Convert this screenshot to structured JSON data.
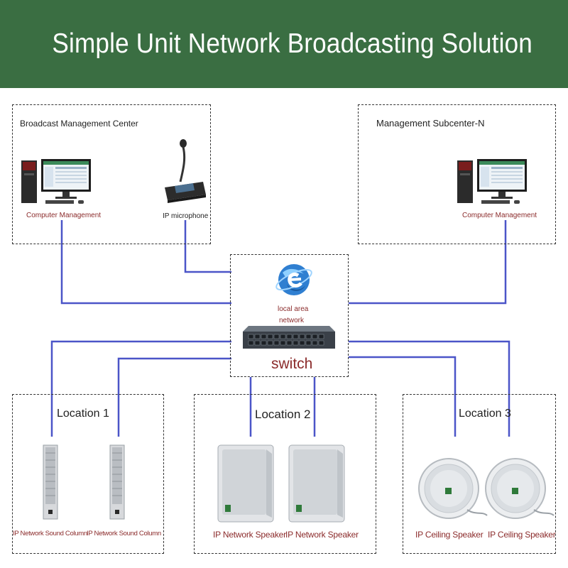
{
  "header": {
    "title": "Simple Unit Network Broadcasting Solution"
  },
  "management_center": {
    "title": "Broadcast Management Center",
    "computer_label": "Computer Management",
    "microphone_label": "IP microphone"
  },
  "subcenter": {
    "title": "Management Subcenter-N",
    "computer_label": "Computer Management"
  },
  "network": {
    "lan_label_1": "local area",
    "lan_label_2": "network",
    "switch_label": "switch"
  },
  "locations": [
    {
      "title": "Location 1",
      "device_label_1": "IP Network Sound Column",
      "device_label_2": "IP Network Sound Column"
    },
    {
      "title": "Location 2",
      "device_label_1": "IP Network Speaker",
      "device_label_2": "IP Network Speaker"
    },
    {
      "title": "Location 3",
      "device_label_1": "IP Ceiling Speaker",
      "device_label_2": "IP Ceiling Speaker"
    }
  ],
  "colors": {
    "banner": "#3a6e42",
    "wire": "#4b55c8",
    "label_red": "#8b2b2b"
  }
}
